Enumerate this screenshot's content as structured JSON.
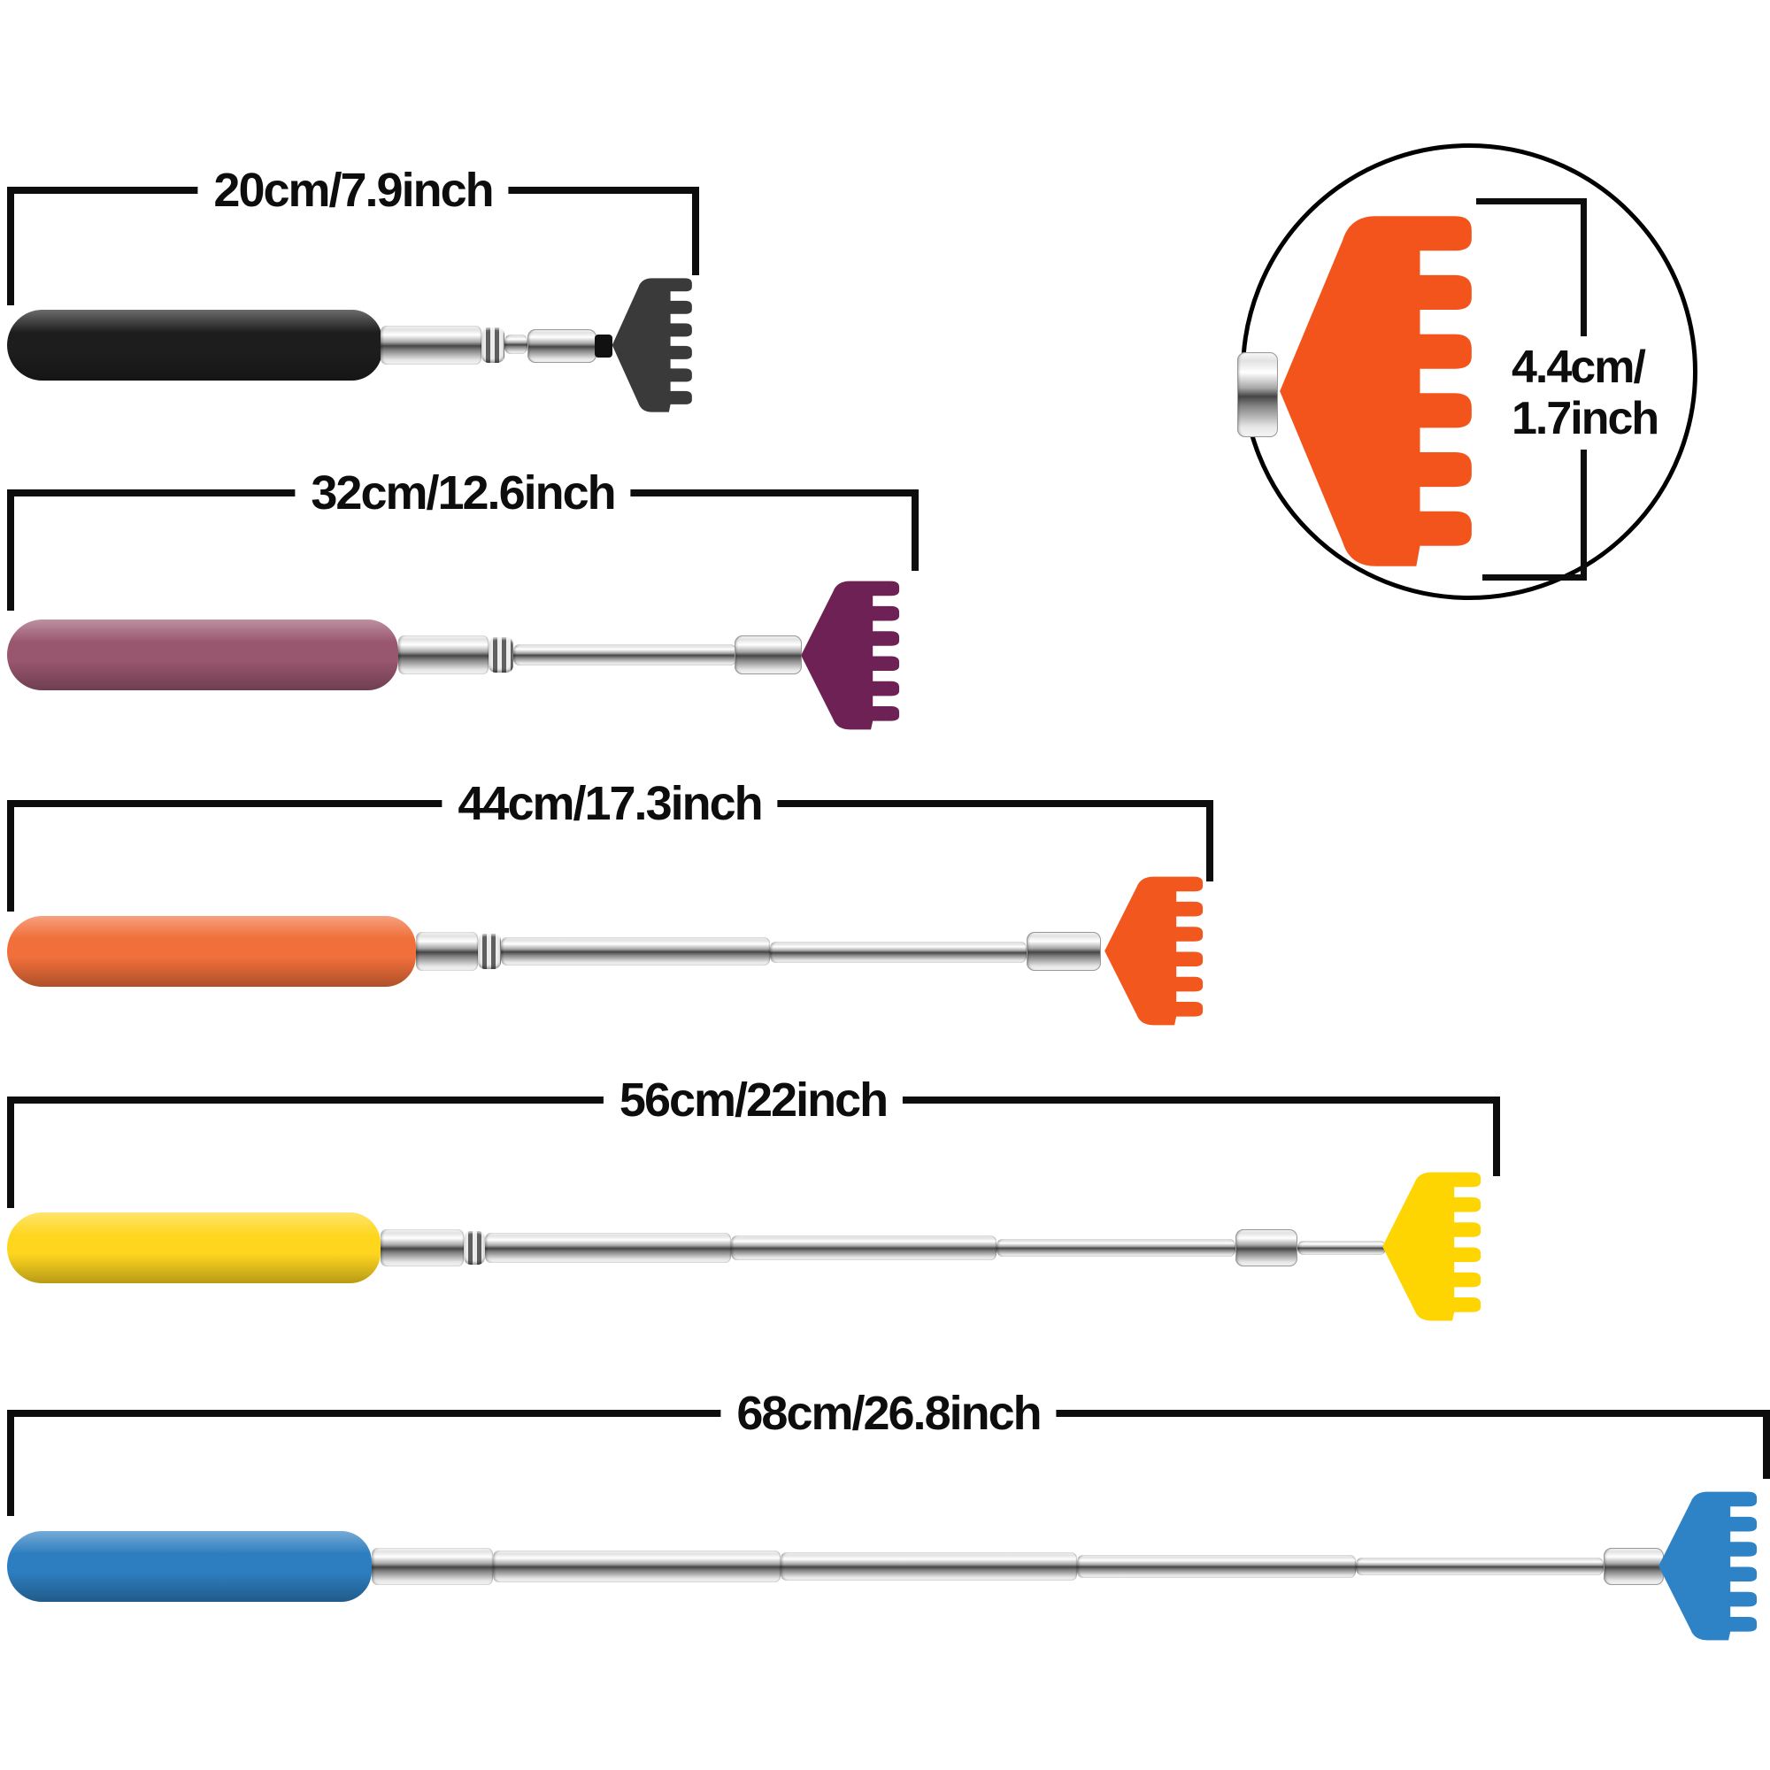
{
  "page": {
    "background_color": "#ffffff"
  },
  "scratchers": [
    {
      "name": "black",
      "length_label": "20cm/7.9inch",
      "handle_color": "#1d1d1d",
      "head_color": "#3a3a3a"
    },
    {
      "name": "purple",
      "length_label": "32cm/12.6inch",
      "handle_color": "#99566f",
      "head_color": "#6e2155"
    },
    {
      "name": "orange",
      "length_label": "44cm/17.3inch",
      "handle_color": "#f16f3a",
      "head_color": "#f2571e"
    },
    {
      "name": "yellow",
      "length_label": "56cm/22inch",
      "handle_color": "#ffd61e",
      "head_color": "#fed500"
    },
    {
      "name": "blue",
      "length_label": "68cm/26.8inch",
      "handle_color": "#2d7ec0",
      "head_color": "#2e82c6"
    }
  ],
  "detail_circle": {
    "measurement_line1": "4.4cm/",
    "measurement_line2": "1.7inch",
    "head_color": "#f2541c"
  }
}
